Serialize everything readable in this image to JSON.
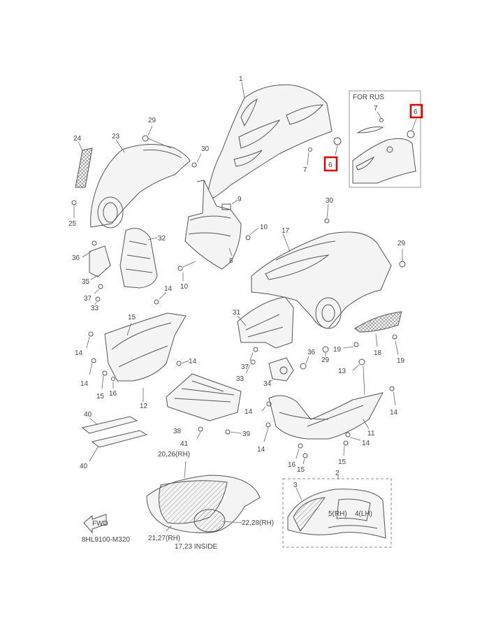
{
  "inset": {
    "title": "FOR RUS"
  },
  "labels": {
    "l1": "1",
    "l2": "2",
    "l3": "3",
    "l4": "4(LH)",
    "l5": "5(RH)",
    "l6a": "6",
    "l6b": "6",
    "l7a": "7",
    "l7b": "7",
    "l8": "8",
    "l9": "9",
    "l10a": "10",
    "l10b": "10",
    "l11": "11",
    "l12": "12",
    "l13": "13",
    "l14a": "14",
    "l14b": "14",
    "l14c": "14",
    "l14d": "14",
    "l14e": "14",
    "l14f": "14",
    "l14g": "14",
    "l15a": "15",
    "l15b": "15",
    "l15c": "15",
    "l16a": "16",
    "l16b": "16",
    "l17": "17",
    "l18": "18",
    "l19a": "19",
    "l19b": "19",
    "l2026": "20,26(RH)",
    "l2127": "21,27(RH)",
    "l2228": "22,28(RH)",
    "l1723": "17,23 INSIDE",
    "l23": "23",
    "l24": "24",
    "l25": "25",
    "l29a": "29",
    "l29b": "29",
    "l29c": "29",
    "l30a": "30",
    "l30b": "30",
    "l31": "31",
    "l32": "32",
    "l33a": "33",
    "l33b": "33",
    "l34": "34",
    "l35": "35",
    "l36a": "36",
    "l36b": "36",
    "l37a": "37",
    "l37b": "37",
    "l38": "38",
    "l39": "39",
    "l40a": "40",
    "l40b": "40",
    "l41": "41"
  },
  "fwd": "FWD",
  "drawing_code": "8HL9100-M320",
  "colors": {
    "highlight": "#e00000",
    "line": "#555555"
  }
}
